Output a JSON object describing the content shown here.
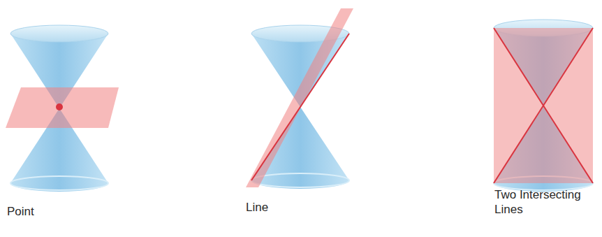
{
  "diagram": {
    "labels": [
      "Point",
      "Line",
      "Two Intersecting Lines"
    ]
  }
}
